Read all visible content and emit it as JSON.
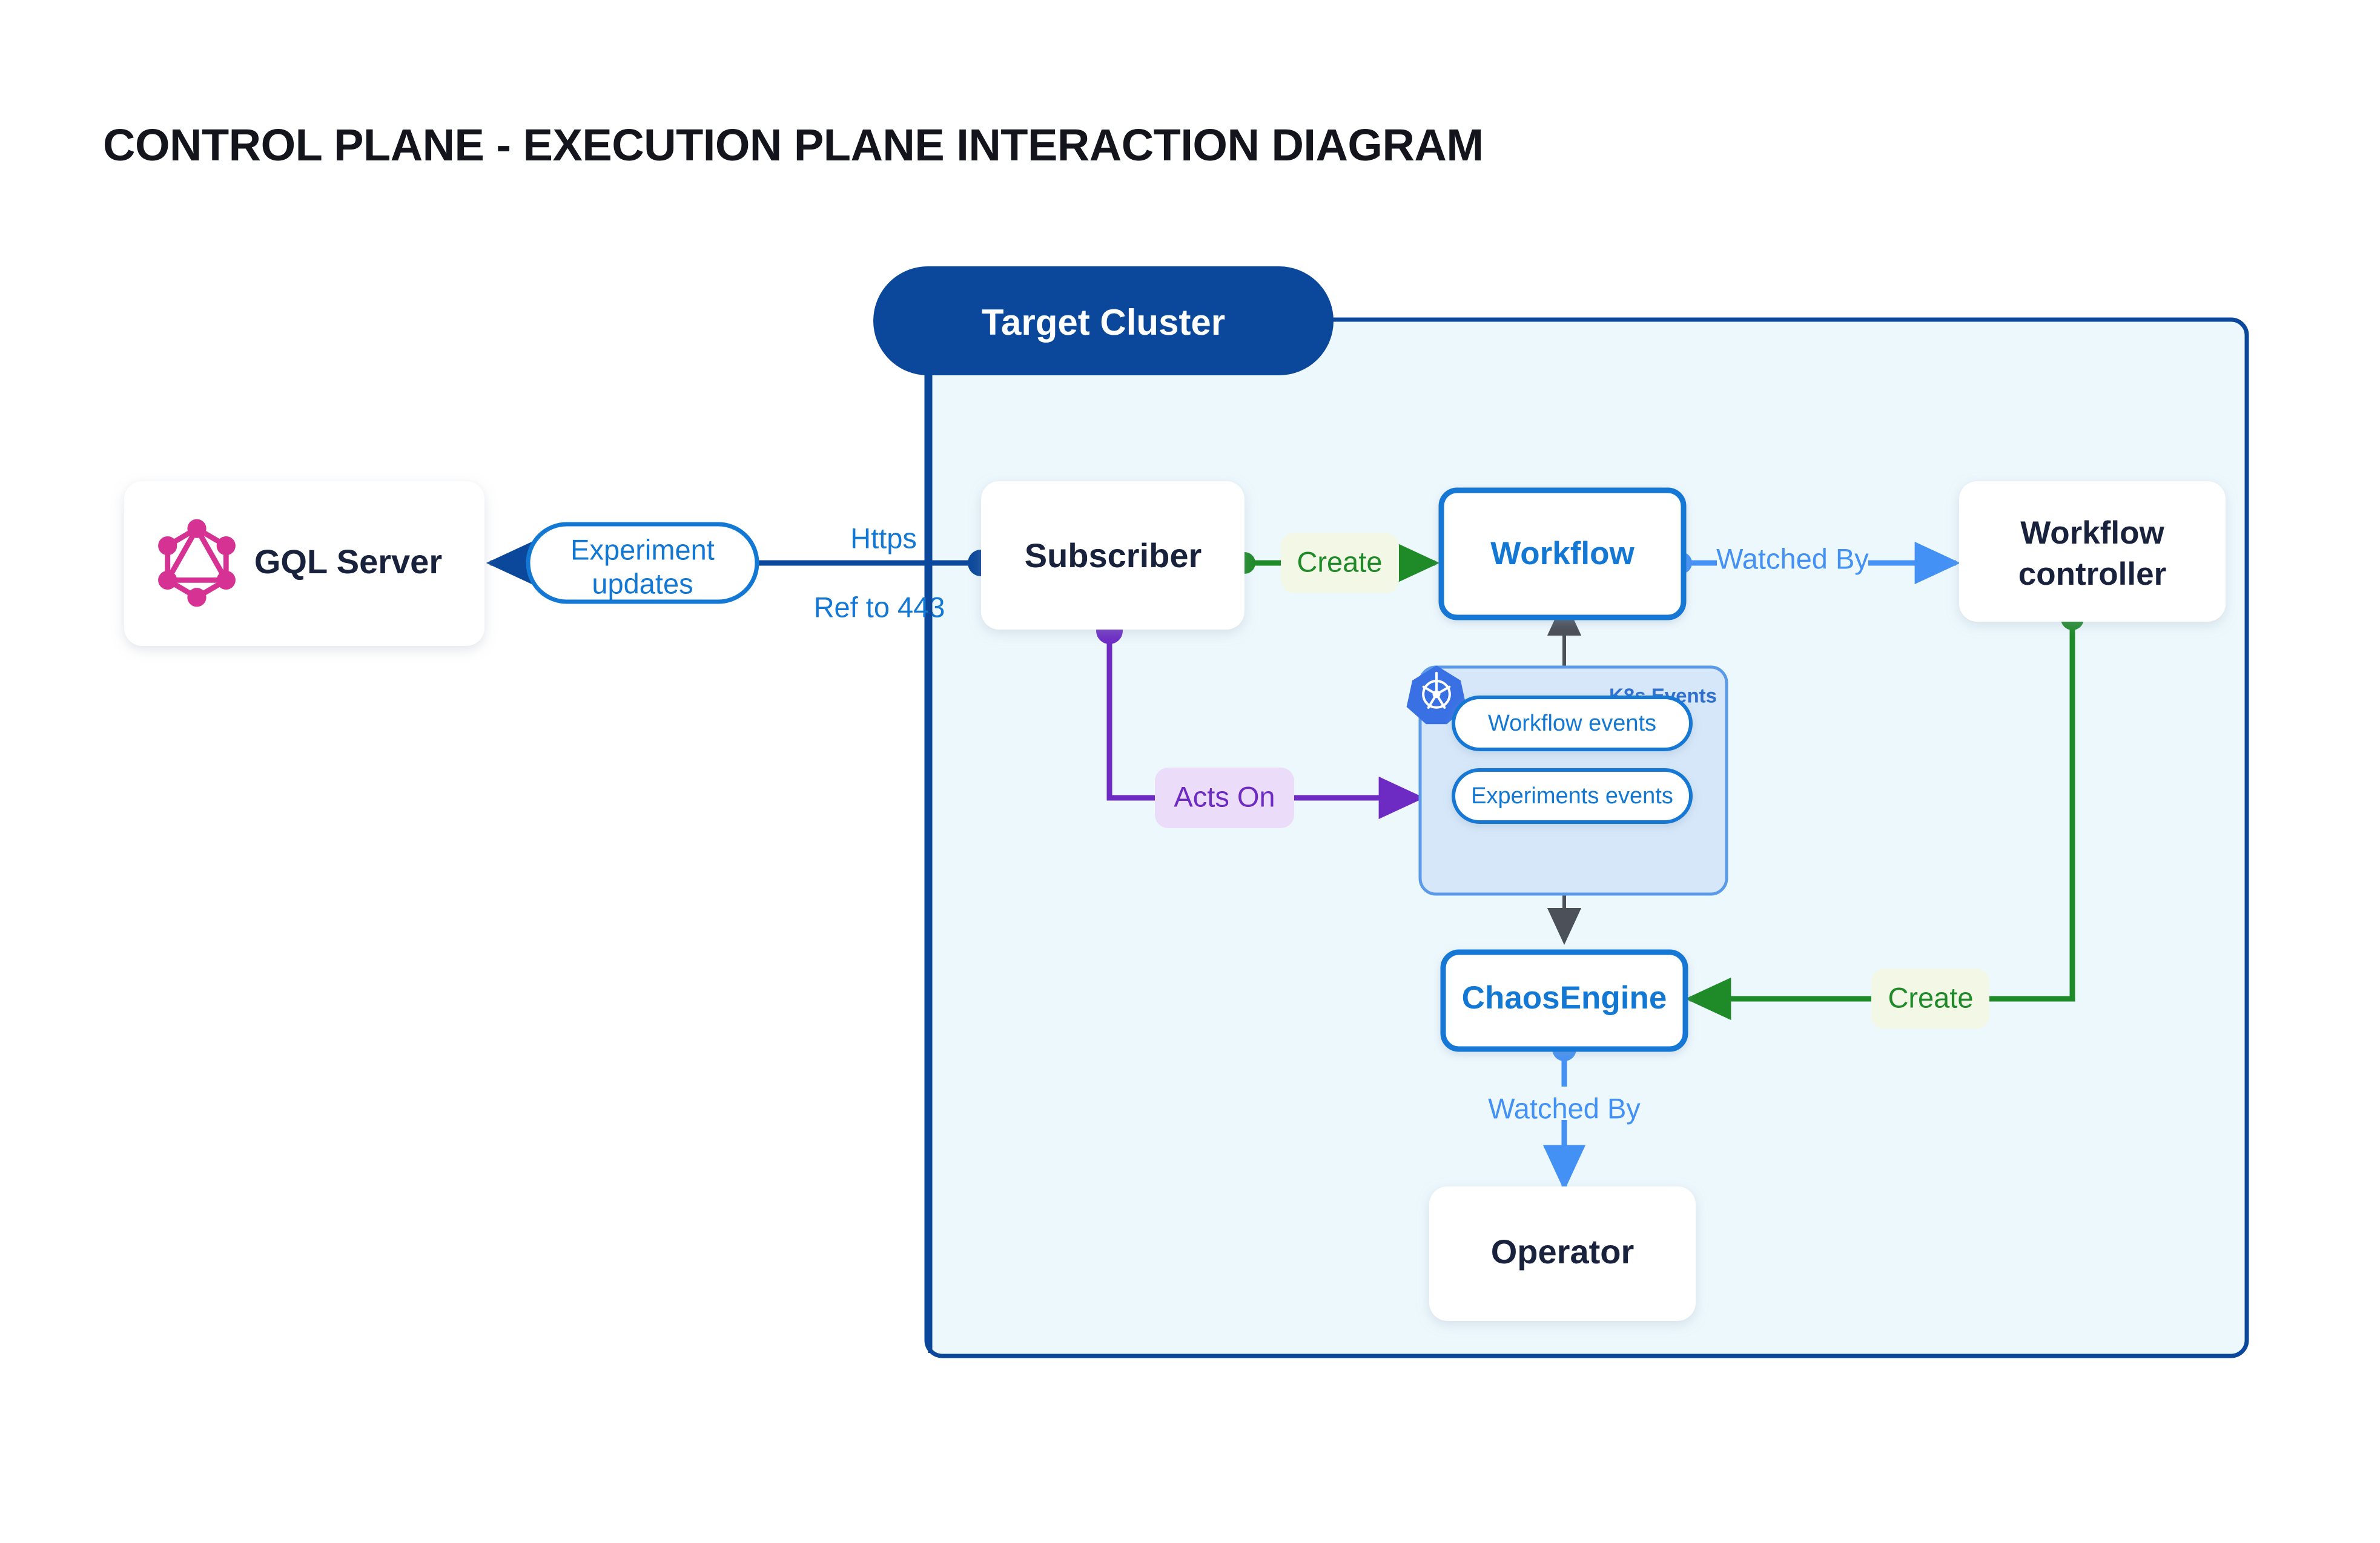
{
  "page": {
    "title": "CONTROL PLANE - EXECUTION PLANE INTERACTION DIAGRAM",
    "background": "#ffffff"
  },
  "colors": {
    "title_text": "#13141c",
    "cluster_border": "#0b489b",
    "cluster_fill": "#edf8fd",
    "cluster_header_fill": "#0b489b",
    "cluster_header_text": "#ffffff",
    "node_text_dark": "#19223c",
    "node_text_blue": "#1278d4",
    "node_border_blue": "#1278d4",
    "node_fill_white": "#ffffff",
    "edge_blue_dark": "#0b489b",
    "edge_blue_light": "#4491f5",
    "edge_green": "#1f8a28",
    "edge_purple": "#6d2bc4",
    "edge_gray": "#4c5159",
    "label_green_bg": "#f2f8e5",
    "label_purple_bg": "#ebdcf9",
    "k8s_group_fill": "#d5e7f8",
    "k8s_group_border": "#5b9ae8",
    "k8s_logo": "#3970e4",
    "graphql_logo": "#d53293",
    "label_blue_text": "#1278d4"
  },
  "cluster": {
    "header_label": "Target Cluster"
  },
  "nodes": {
    "gql_server": {
      "label": "GQL Server",
      "icon": "graphql-logo"
    },
    "subscriber": {
      "label": "Subscriber"
    },
    "workflow": {
      "label": "Workflow"
    },
    "workflow_controller": {
      "label": "Workflow\ncontroller",
      "line1": "Workflow",
      "line2": "controller"
    },
    "chaos_engine": {
      "label": "ChaosEngine"
    },
    "operator": {
      "label": "Operator"
    },
    "k8s_events": {
      "title": "K8s Events",
      "icon": "kubernetes-logo",
      "items": [
        {
          "label": "Workflow events"
        },
        {
          "label": "Experiments events"
        }
      ]
    }
  },
  "edges": [
    {
      "id": "experiment-updates",
      "label": "Experiment updates",
      "line1": "Experiment",
      "line2": "updates",
      "from": "subscriber",
      "to": "gql_server",
      "color": "#1278d4",
      "style": "pill"
    },
    {
      "id": "https",
      "label": "Https",
      "color": "#1278d4"
    },
    {
      "id": "ref-to-443",
      "label": "Ref to 443",
      "color": "#1278d4"
    },
    {
      "id": "subscriber-create-workflow",
      "label": "Create",
      "from": "subscriber",
      "to": "workflow",
      "color": "#1f8a28"
    },
    {
      "id": "workflow-watched-by-controller",
      "label": "Watched By",
      "from": "workflow",
      "to": "workflow_controller",
      "color": "#4491f5"
    },
    {
      "id": "subscriber-acts-on-events",
      "label": "Acts On",
      "from": "subscriber",
      "to": "k8s_events",
      "color": "#6d2bc4"
    },
    {
      "id": "controller-create-chaosengine",
      "label": "Create",
      "from": "workflow_controller",
      "to": "chaos_engine",
      "color": "#1f8a28"
    },
    {
      "id": "chaosengine-watched-by-operator",
      "label": "Watched By",
      "from": "chaos_engine",
      "to": "operator",
      "color": "#4491f5"
    }
  ]
}
